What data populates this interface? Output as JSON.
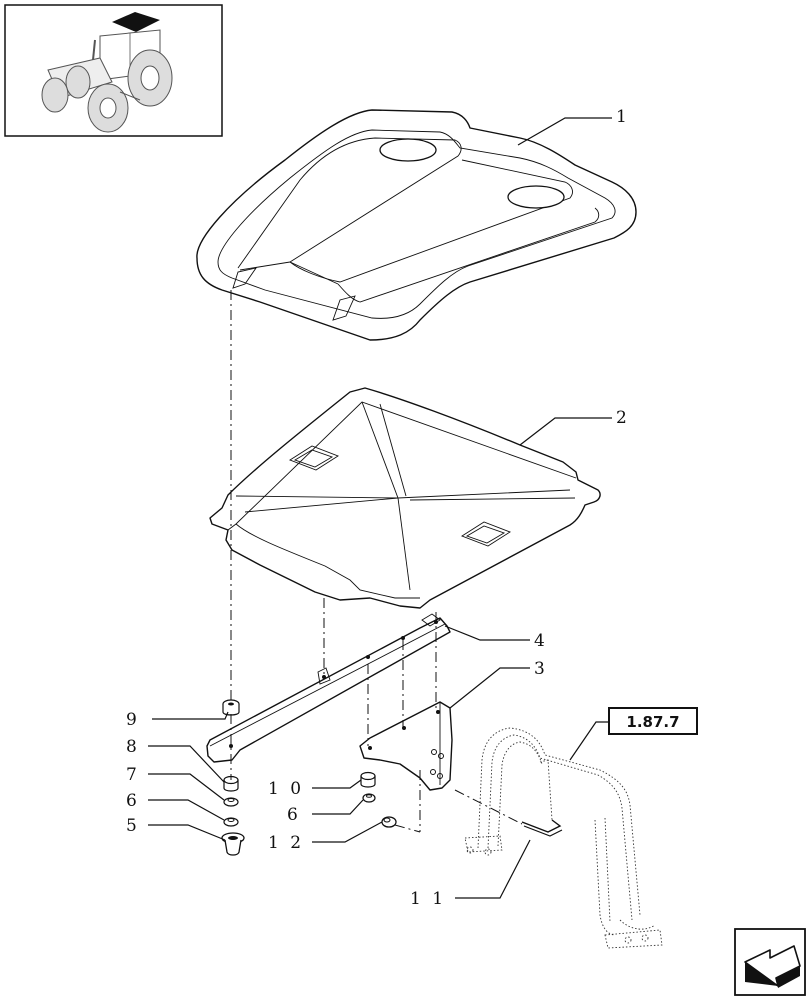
{
  "callouts": {
    "c1": "1",
    "c2": "2",
    "c3": "3",
    "c4": "4",
    "c5": "5",
    "c6a": "6",
    "c6b": "6",
    "c7": "7",
    "c8": "8",
    "c9": "9",
    "c10": "1 0",
    "c11": "1 1",
    "c12": "1 2"
  },
  "reference": {
    "label": "1.87.7"
  },
  "icons": {
    "thumbnail": "tractor-thumbnail-icon",
    "nav": "next-page-arrow-icon"
  }
}
